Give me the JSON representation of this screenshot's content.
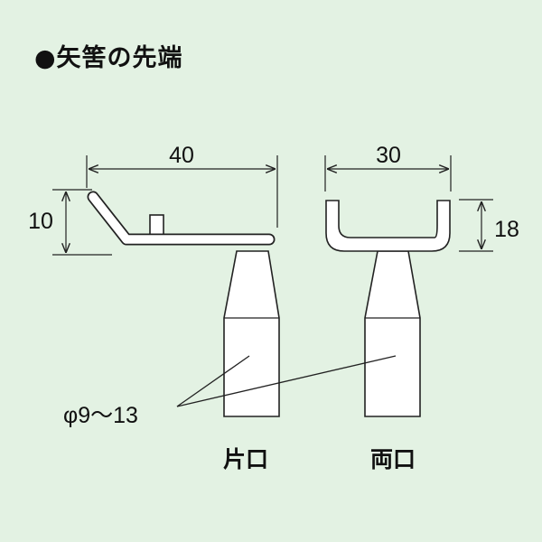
{
  "title": "●矢筈の先端",
  "left_tip": {
    "width_dim": "40",
    "height_dim": "10",
    "label": "片口"
  },
  "right_tip": {
    "width_dim": "30",
    "height_dim": "18",
    "label": "両口"
  },
  "diameter_note": "φ9～13",
  "colors": {
    "background": "#e3f2e3",
    "line": "#222222",
    "fill": "#ffffff"
  }
}
